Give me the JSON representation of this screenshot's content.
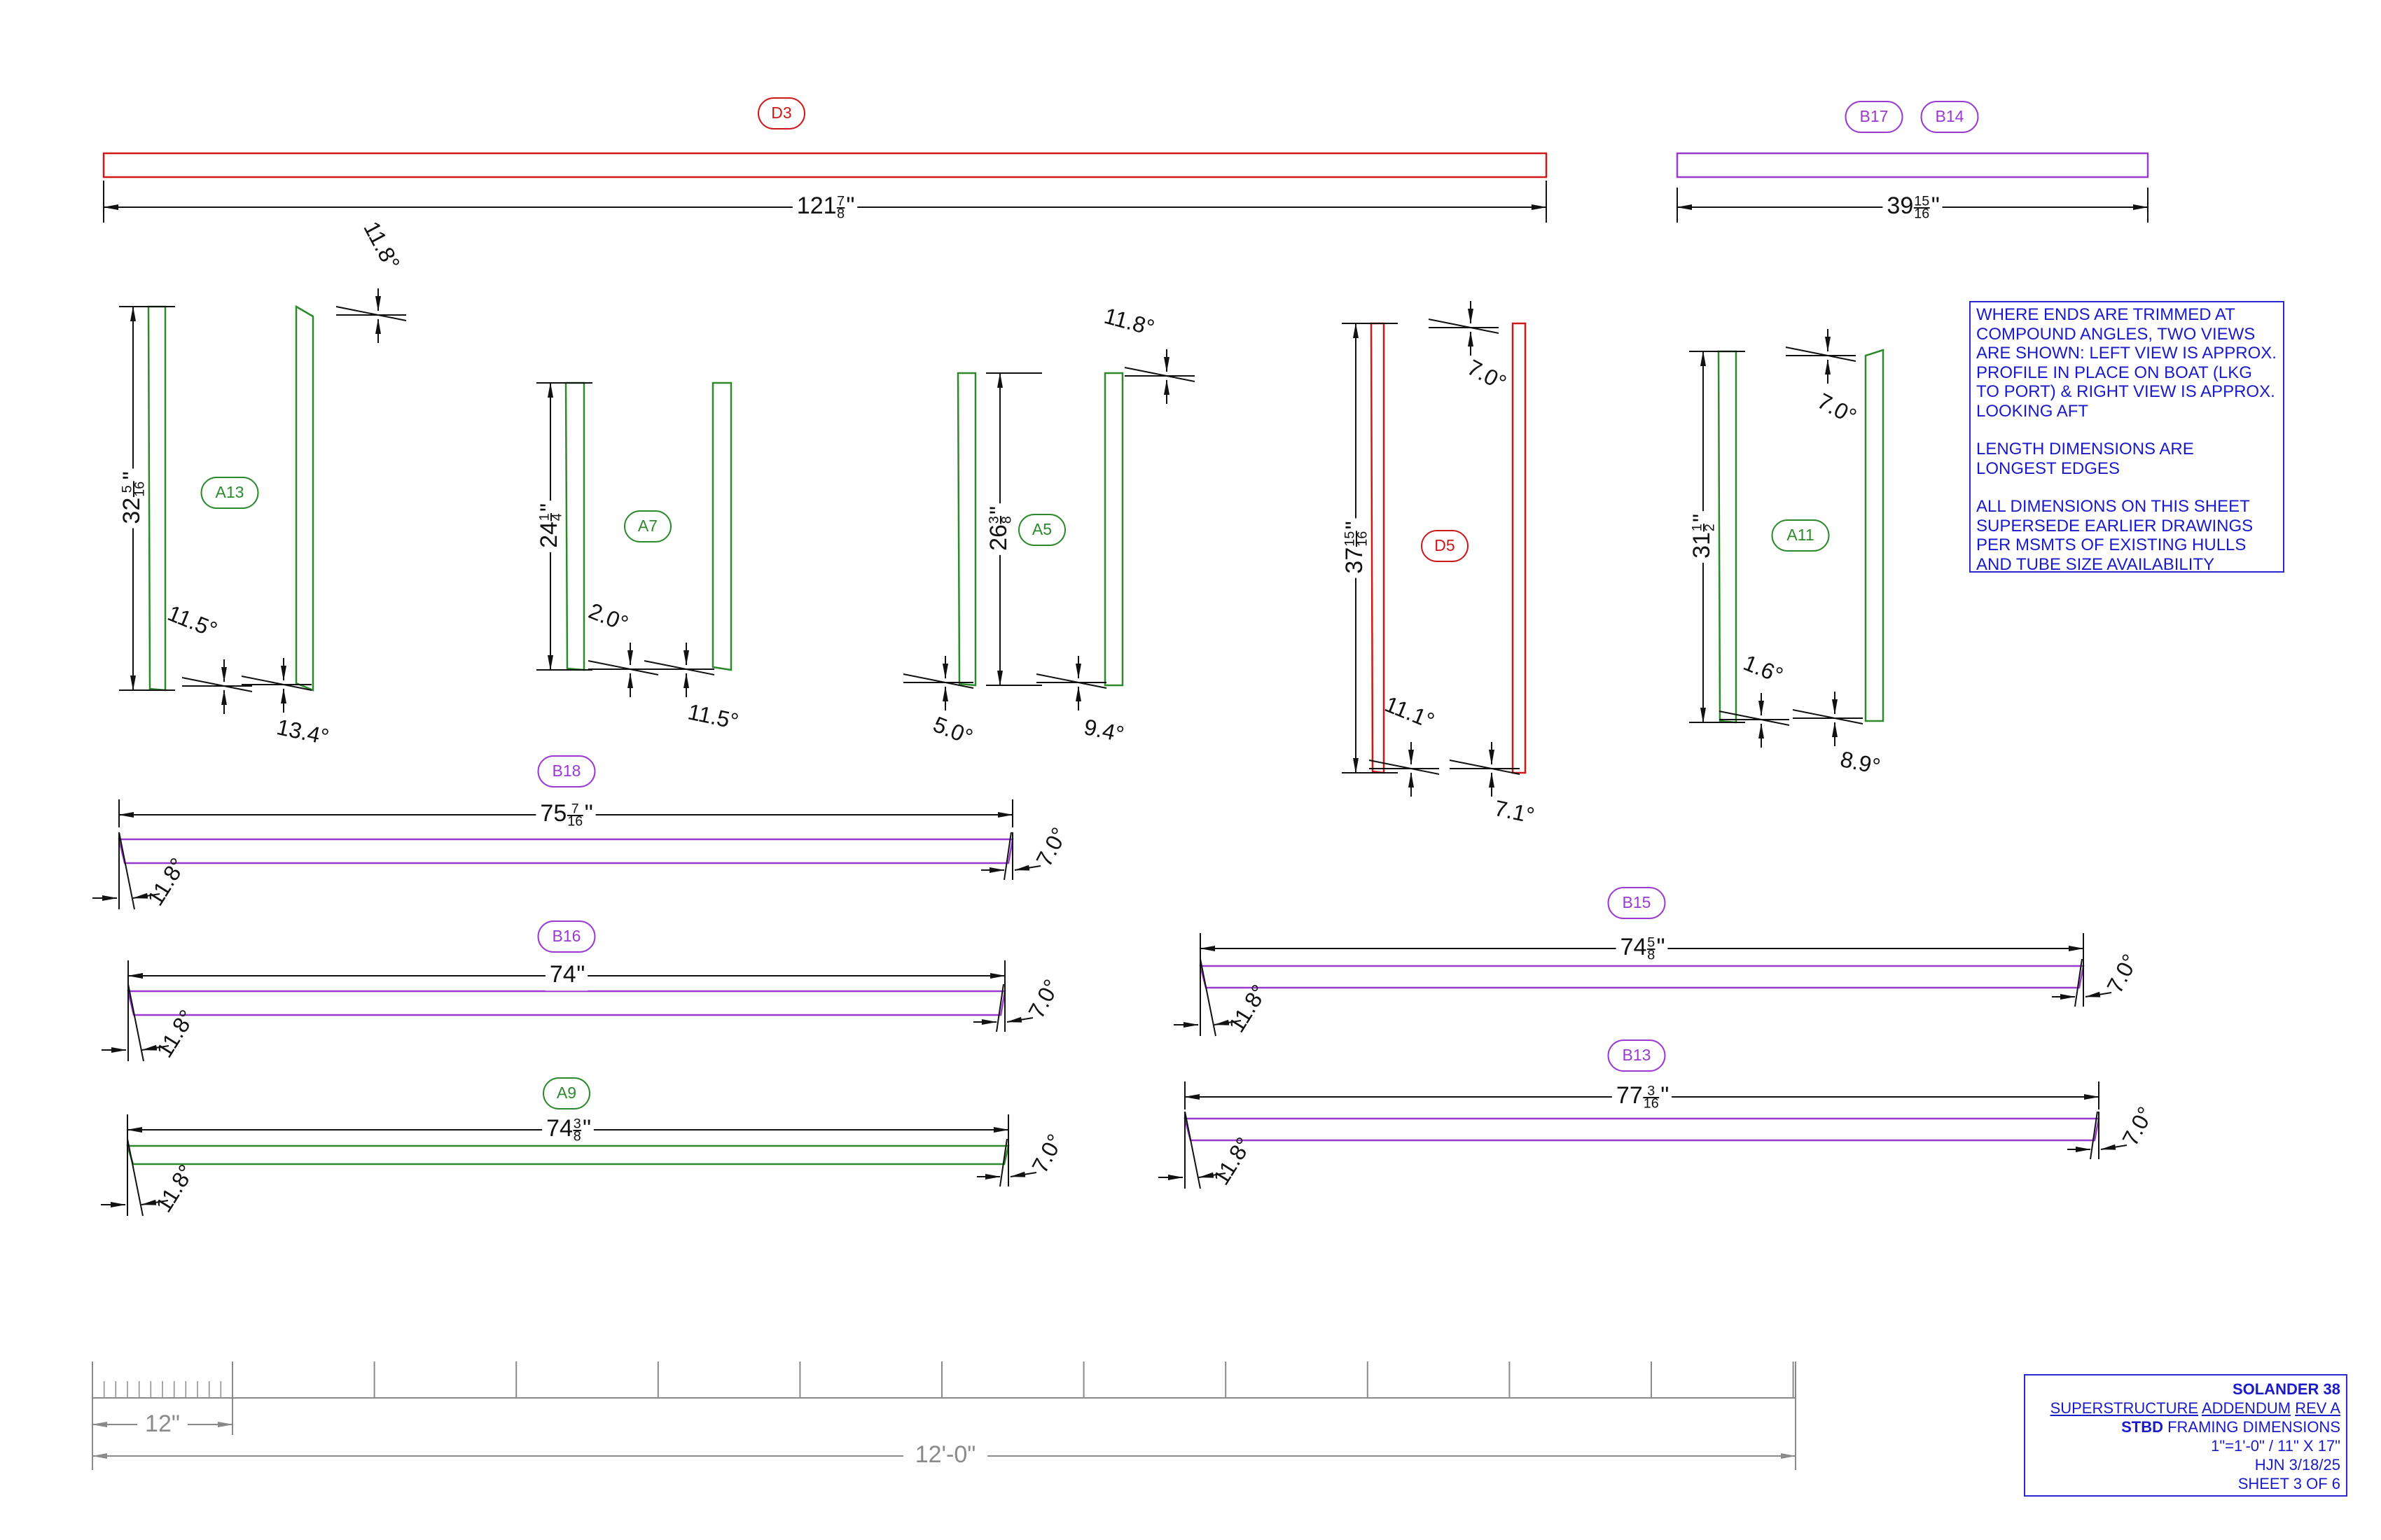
{
  "colors": {
    "red": "#d01818",
    "purple": "#9a3ad0",
    "green": "#2c8a2c",
    "blue": "#1a1ac8",
    "dim": "#111111",
    "scale": "#8a8a8a"
  },
  "horizontal_members": [
    {
      "id": "d3",
      "tag": "D3",
      "color": "red",
      "length": {
        "whole": "121",
        "num": "7",
        "den": "8"
      }
    },
    {
      "id": "b17-b14",
      "tags": [
        "B17",
        "B14"
      ],
      "color": "purple",
      "length": {
        "whole": "39",
        "num": "15",
        "den": "16"
      }
    },
    {
      "id": "b18",
      "tag": "B18",
      "color": "purple",
      "length": {
        "whole": "75",
        "num": "7",
        "den": "16"
      },
      "left_angle": "11.8°",
      "right_angle": "7.0°"
    },
    {
      "id": "b16",
      "tag": "B16",
      "color": "purple",
      "length": {
        "whole": "74",
        "num": "",
        "den": ""
      },
      "left_angle": "11.8°",
      "right_angle": "7.0°"
    },
    {
      "id": "a9",
      "tag": "A9",
      "color": "green",
      "length": {
        "whole": "74",
        "num": "3",
        "den": "8"
      },
      "left_angle": "11.8°",
      "right_angle": "7.0°"
    },
    {
      "id": "b15",
      "tag": "B15",
      "color": "purple",
      "length": {
        "whole": "74",
        "num": "5",
        "den": "8"
      },
      "left_angle": "11.8°",
      "right_angle": "7.0°"
    },
    {
      "id": "b13",
      "tag": "B13",
      "color": "purple",
      "length": {
        "whole": "77",
        "num": "3",
        "den": "16"
      },
      "left_angle": "11.8°",
      "right_angle": "7.0°"
    }
  ],
  "vertical_members": [
    {
      "id": "a13",
      "tag": "A13",
      "color": "green",
      "length": {
        "whole": "32",
        "num": "5",
        "den": "16"
      },
      "top_angle": "11.8°",
      "bottom_left_angle": "11.5°",
      "bottom_right_angle": "13.4°"
    },
    {
      "id": "a7",
      "tag": "A7",
      "color": "green",
      "length": {
        "whole": "24",
        "num": "1",
        "den": "4"
      },
      "bottom_left_angle": "2.0°",
      "bottom_right_angle": "11.5°"
    },
    {
      "id": "a5",
      "tag": "A5",
      "color": "green",
      "length": {
        "whole": "26",
        "num": "3",
        "den": "8"
      },
      "top_angle": "11.8°",
      "bottom_left_angle": "5.0°",
      "bottom_right_angle": "9.4°"
    },
    {
      "id": "d5",
      "tag": "D5",
      "color": "red",
      "length": {
        "whole": "37",
        "num": "15",
        "den": "16"
      },
      "top_angle": "7.0°",
      "bottom_left_angle": "11.1°",
      "bottom_right_angle": "7.1°"
    },
    {
      "id": "a11",
      "tag": "A11",
      "color": "green",
      "length": {
        "whole": "31",
        "num": "1",
        "den": "2"
      },
      "top_angle": "7.0°",
      "bottom_left_angle": "1.6°",
      "bottom_right_angle": "8.9°"
    }
  ],
  "notes": [
    "WHERE ENDS ARE TRIMMED AT COMPOUND ANGLES, TWO VIEWS ARE SHOWN: LEFT VIEW IS APPROX. PROFILE IN PLACE ON BOAT (LKG TO PORT) & RIGHT VIEW IS APPROX. LOOKING AFT",
    "LENGTH DIMENSIONS ARE LONGEST EDGES",
    "ALL DIMENSIONS ON THIS SHEET SUPERSEDE EARLIER DRAWINGS PER MSMTS OF EXISTING HULLS AND TUBE SIZE AVAILABILITY"
  ],
  "scale_bar": {
    "small_label": "12\"",
    "total_label": "12'-0\""
  },
  "title_block": {
    "project": "SOLANDER 38",
    "line2_a": "SUPERSTRUCTURE",
    "line2_b": "ADDENDUM",
    "line2_c": "REV A",
    "line3_bold": "STBD",
    "line3_rest": " FRAMING DIMENSIONS",
    "scale": "1\"=1'-0\" / 11\" X 17\"",
    "author_date": "HJN 3/18/25",
    "sheet": "SHEET 3 OF 6"
  }
}
